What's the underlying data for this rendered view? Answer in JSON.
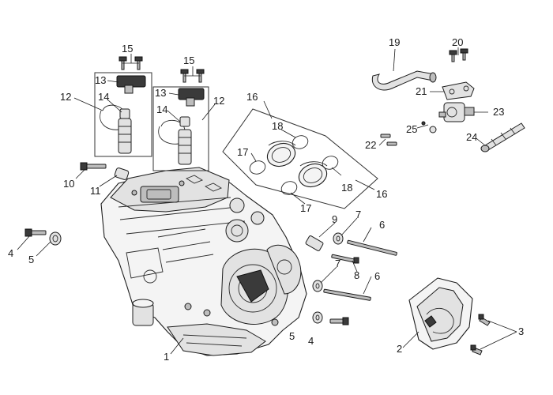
{
  "callouts": {
    "n1": "1",
    "n2": "2",
    "n3": "3",
    "n4a": "4",
    "n4b": "4",
    "n5a": "5",
    "n5b": "5",
    "n6a": "6",
    "n6b": "6",
    "n7a": "7",
    "n7b": "7",
    "n8": "8",
    "n9": "9",
    "n10": "10",
    "n11": "11",
    "n12a": "12",
    "n12b": "12",
    "n13a": "13",
    "n13b": "13",
    "n14a": "14",
    "n14b": "14",
    "n15a": "15",
    "n15b": "15",
    "n16a": "16",
    "n16b": "16",
    "n17a": "17",
    "n17b": "17",
    "n18a": "18",
    "n18b": "18",
    "n19": "19",
    "n20": "20",
    "n21": "21",
    "n22": "22",
    "n23": "23",
    "n24": "24",
    "n25": "25"
  }
}
